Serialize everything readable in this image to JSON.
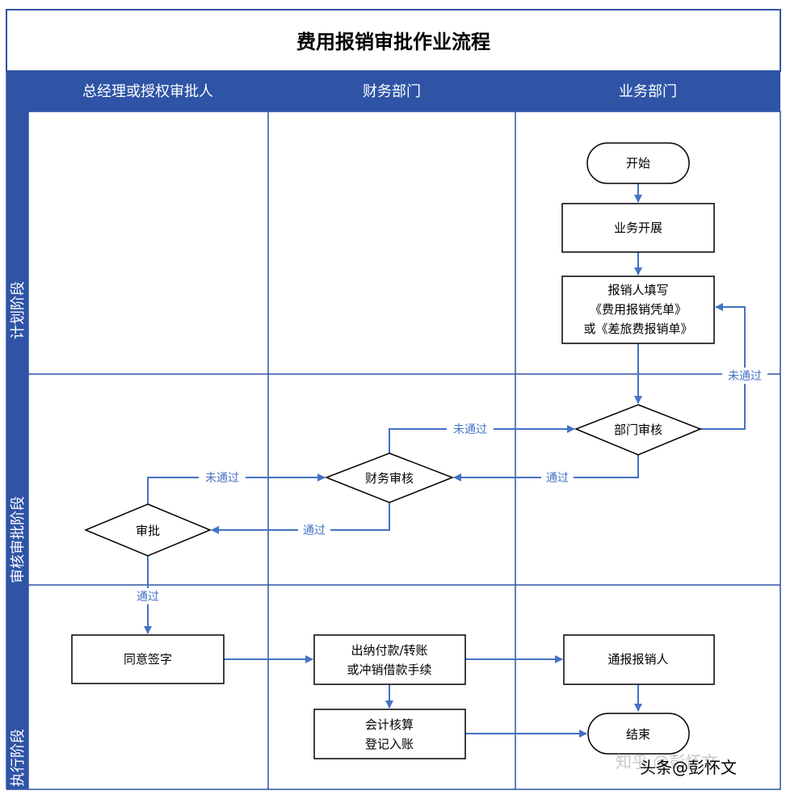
{
  "title": "费用报销审批作业流程",
  "lanes": [
    "总经理或授权审批人",
    "财务部门",
    "业务部门"
  ],
  "phases": [
    "计划阶段",
    "审核审批阶段",
    "执行阶段"
  ],
  "nodes": {
    "start": "开始",
    "business": "业务开展",
    "fill_form": [
      "报销人填写",
      "《费用报销凭单》",
      "或《差旅费报销单》"
    ],
    "dept_review": "部门审核",
    "finance_review": "财务审核",
    "approve": "审批",
    "agree_sign": "同意签字",
    "cashier": [
      "出纳付款/转账",
      "或冲销借款手续"
    ],
    "accounting": [
      "会计核算",
      "登记入账"
    ],
    "notify": "通报报销人",
    "end": "结束"
  },
  "edge_labels": {
    "fail_dept": "未通过",
    "fail_finance": "未通过",
    "pass_dept": "通过",
    "fail_approve": "未通过",
    "pass_finance": "通过",
    "pass_approve": "通过"
  },
  "watermark": {
    "faint": "知乎 @彭怀文",
    "main": "头条@彭怀文"
  },
  "colors": {
    "header_fill": "#2f54a6",
    "connector": "#4472c4",
    "border": "#2f54a6"
  }
}
